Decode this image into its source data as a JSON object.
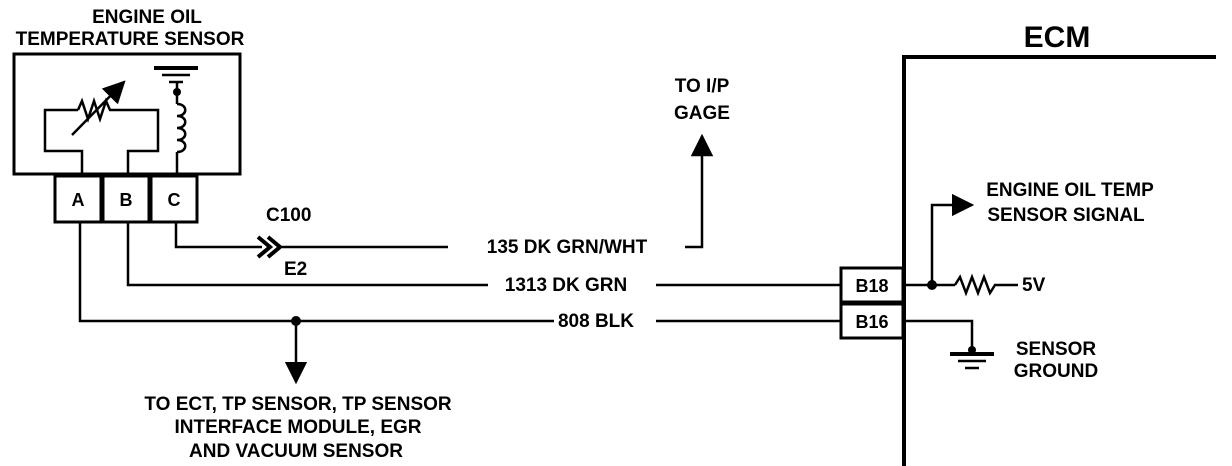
{
  "sensor": {
    "title_line1": "ENGINE OIL",
    "title_line2": "TEMPERATURE SENSOR",
    "pins": [
      "A",
      "B",
      "C"
    ]
  },
  "ecm": {
    "title": "ECM",
    "pins": [
      "B18",
      "B16"
    ],
    "signal_line1": "ENGINE OIL TEMP",
    "signal_line2": "SENSOR SIGNAL",
    "reference_voltage": "5V",
    "ground_line1": "SENSOR",
    "ground_line2": "GROUND"
  },
  "connector": {
    "top": "C100",
    "bottom": "E2"
  },
  "wires": [
    "135 DK GRN/WHT",
    "1313 DK GRN",
    "808 BLK"
  ],
  "gage": {
    "line1": "TO I/P",
    "line2": "GAGE"
  },
  "ground_note": {
    "line1": "TO ECT, TP SENSOR, TP SENSOR",
    "line2": "INTERFACE MODULE, EGR",
    "line3": "AND VACUUM SENSOR"
  }
}
